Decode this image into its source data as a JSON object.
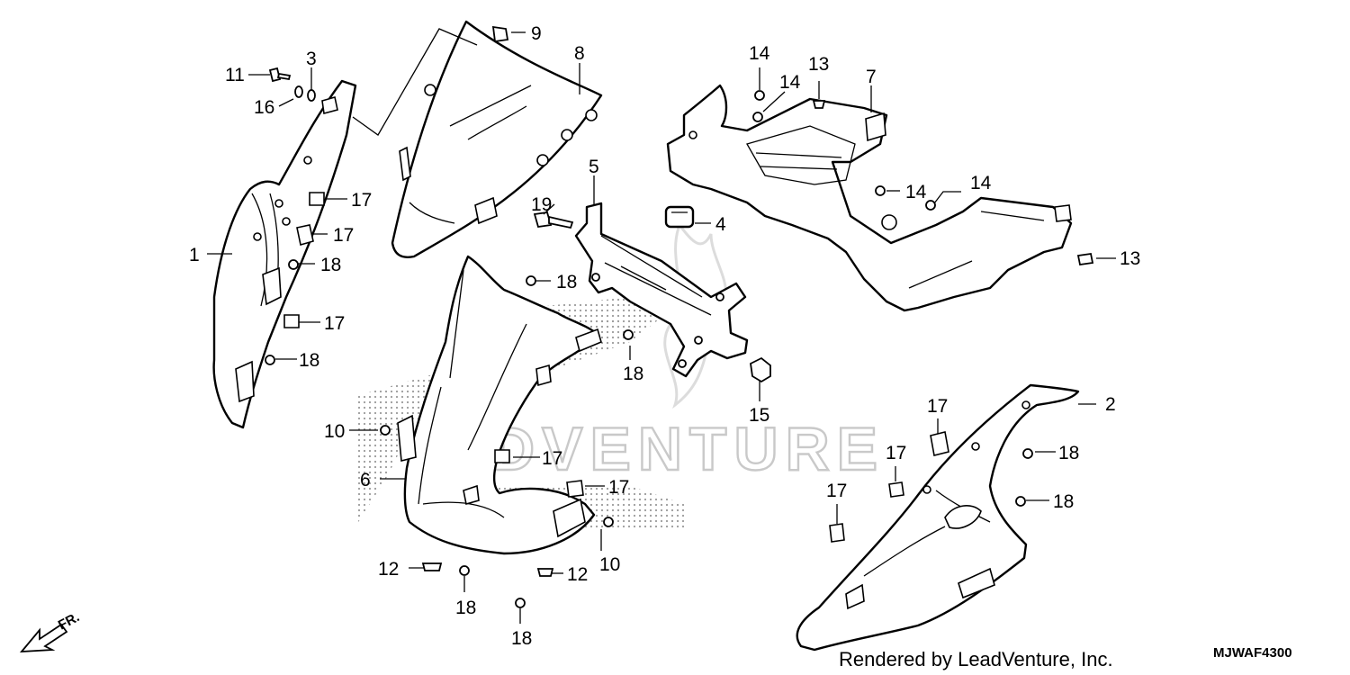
{
  "callouts": {
    "c1": "1",
    "c2": "2",
    "c3": "3",
    "c4": "4",
    "c5": "5",
    "c6": "6",
    "c7": "7",
    "c8": "8",
    "c9": "9",
    "c10a": "10",
    "c10b": "10",
    "c11": "11",
    "c12a": "12",
    "c12b": "12",
    "c13a": "13",
    "c13b": "13",
    "c14a": "14",
    "c14b": "14",
    "c14c": "14",
    "c14d": "14",
    "c15": "15",
    "c16": "16",
    "c17a": "17",
    "c17b": "17",
    "c17c": "17",
    "c17d": "17",
    "c17e": "17",
    "c17f": "17",
    "c17g": "17",
    "c17h": "17",
    "c18a": "18",
    "c18b": "18",
    "c18c": "18",
    "c18d": "18",
    "c18e": "18",
    "c18f": "18",
    "c18g": "18",
    "c18h": "18",
    "c19": "19"
  },
  "direction_label": "FR.",
  "watermark": "DVENTURE",
  "footer": {
    "rendered_by": "Rendered by LeadVenture, Inc.",
    "diagram_code": "MJWAF4300"
  }
}
